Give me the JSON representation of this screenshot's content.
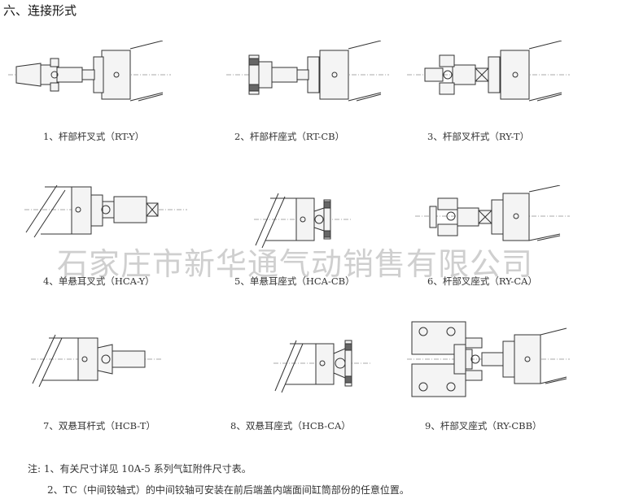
{
  "page": {
    "heading": "六、连接形式",
    "watermark": "石家庄市新华通气动销售有限公司"
  },
  "figures": [
    {
      "caption": "1、杆部杆叉式（RT-Y）",
      "type": "RT-Y"
    },
    {
      "caption": "2、杆部杆座式（RT-CB）",
      "type": "RT-CB"
    },
    {
      "caption": "3、杆部叉杆式（RY-T）",
      "type": "RY-T"
    },
    {
      "caption": "4、单悬耳叉式（HCA-Y）",
      "type": "HCA-Y"
    },
    {
      "caption": "5、单悬耳座式（HCA-CB）",
      "type": "HCA-CB"
    },
    {
      "caption": "6、杆部叉座式（RY-CA）",
      "type": "RY-CA"
    },
    {
      "caption": "7、双悬耳杆式（HCB-T）",
      "type": "HCB-T"
    },
    {
      "caption": "8、双悬耳座式（HCB-CA）",
      "type": "HCB-CA"
    },
    {
      "caption": "9、杆部叉座式（RY-CBB）",
      "type": "RY-CBB"
    }
  ],
  "notes": {
    "line1": "注: 1、有关尺寸详见 10A-5 系列气缸附件尺寸表。",
    "line2": "2、TC（中间铰轴式）的中间铰轴可安装在前后端盖内端面间缸筒部份的任意位置。"
  }
}
